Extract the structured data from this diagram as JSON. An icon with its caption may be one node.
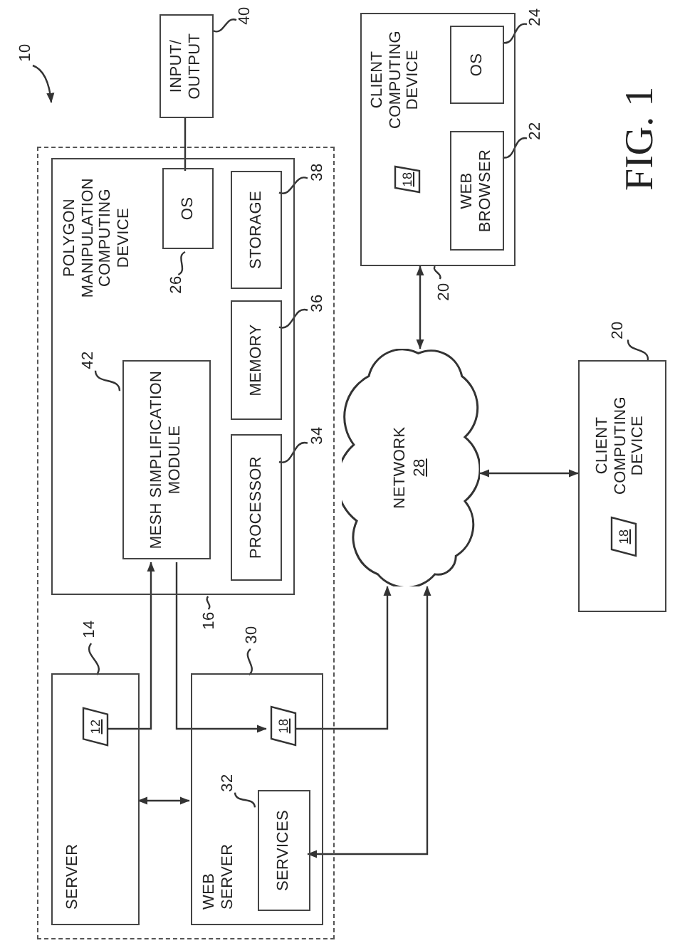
{
  "diagram": {
    "caption": "FIG. 1",
    "nodes": [
      {
        "text": [],
        "shape": "box"
      },
      {
        "text": [
          "POLYGON MANIPULATION COMPUTING DEVICE"
        ],
        "in": 0
      },
      {
        "text": [
          "OS"
        ],
        "in": 1
      },
      {
        "text": [
          "STORAGE"
        ],
        "in": 1
      },
      {
        "text": [
          "MESH SIMPLIFICATION MODULE"
        ],
        "in": 1
      },
      {
        "text": [
          "MEMORY"
        ],
        "in": 1
      },
      {
        "text": [
          "PROCESSOR"
        ],
        "in": 1
      },
      {
        "text": [
          "INPUT/ OUTPUT"
        ]
      },
      {
        "text": [
          "SERVER"
        ],
        "in": 0
      },
      {
        "text": [
          "12"
        ],
        "in": 8
      },
      {
        "text": [
          "WEB SERVER"
        ],
        "in": 0
      },
      {
        "text": [
          "18"
        ],
        "in": 10
      },
      {
        "text": [
          "SERVICES"
        ],
        "in": 10
      },
      {
        "text": [
          "NETWORK",
          "28"
        ]
      },
      {
        "text": [
          "CLIENT COMPUTING DEVICE"
        ]
      },
      {
        "text": [
          "18"
        ],
        "in": 14
      },
      {
        "text": [
          "WEB BROWSER"
        ],
        "in": 14
      },
      {
        "text": [
          "OS"
        ],
        "in": 14
      },
      {
        "text": [
          "CLIENT COMPUTING DEVICE"
        ]
      },
      {
        "text": [
          "18"
        ],
        "in": 18
      },
      {
        "text": [
          "10"
        ]
      },
      {
        "text": [
          "40"
        ]
      },
      {
        "text": [
          "26"
        ],
        "in": 1
      },
      {
        "text": [
          "38"
        ],
        "in": 0
      },
      {
        "text": [
          "36"
        ],
        "in": 0
      },
      {
        "text": [
          "42"
        ],
        "in": 1
      },
      {
        "text": [
          "34"
        ],
        "in": 0
      },
      {
        "text": [
          "14"
        ],
        "in": 0
      },
      {
        "text": [
          "16"
        ],
        "in": 0
      },
      {
        "text": [
          "30"
        ],
        "in": 0
      },
      {
        "text": [
          "32"
        ],
        "in": 10
      },
      {
        "text": [
          "24"
        ]
      },
      {
        "text": [
          "22"
        ]
      },
      {
        "text": [
          "20"
        ]
      },
      {
        "text": [
          "20"
        ]
      }
    ],
    "edges": [
      {
        "from": 2,
        "to": 7,
        "arrow": "none"
      },
      {
        "from": 9,
        "to": 4,
        "arrow": "to"
      },
      {
        "from": 4,
        "to": 11,
        "arrow": "to"
      },
      {
        "from": 8,
        "to": 10,
        "arrow": "both"
      },
      {
        "from": 11,
        "to": 13,
        "arrow": "to"
      },
      {
        "from": 12,
        "to": 13,
        "arrow": "both"
      },
      {
        "from": 13,
        "to": 14,
        "arrow": "both"
      },
      {
        "from": 13,
        "to": 18,
        "arrow": "both"
      },
      {
        "from": 20,
        "to": null,
        "arrow": "to"
      },
      {
        "from": 21,
        "to": 7,
        "arrow": "none"
      },
      {
        "from": 22,
        "to": 2,
        "arrow": "none"
      },
      {
        "from": 23,
        "to": 3,
        "arrow": "none"
      },
      {
        "from": 24,
        "to": 5,
        "arrow": "none"
      },
      {
        "from": 25,
        "to": 4,
        "arrow": "none"
      },
      {
        "from": 26,
        "to": 6,
        "arrow": "none"
      },
      {
        "from": 27,
        "to": 8,
        "arrow": "none"
      },
      {
        "from": 28,
        "to": 1,
        "arrow": "none"
      },
      {
        "from": 29,
        "to": 10,
        "arrow": "none"
      },
      {
        "from": 30,
        "to": 12,
        "arrow": "none"
      },
      {
        "from": 31,
        "to": 17,
        "arrow": "none"
      },
      {
        "from": 32,
        "to": 16,
        "arrow": "none"
      },
      {
        "from": 33,
        "to": 14,
        "arrow": "none"
      },
      {
        "from": 34,
        "to": 18,
        "arrow": "none"
      }
    ]
  }
}
